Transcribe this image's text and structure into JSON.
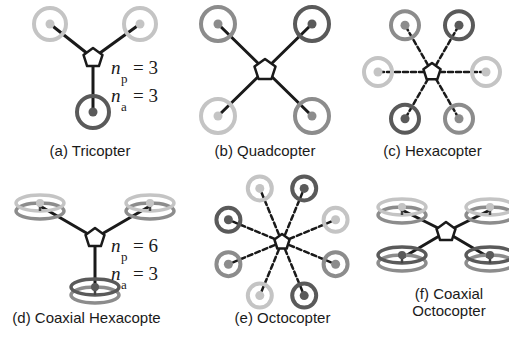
{
  "diagram": {
    "labels": [
      "n",
      "p",
      "= 3",
      "n",
      "a",
      "= 3",
      "(a) Tricopter",
      "(b) Quadcopter",
      "(c) Hexacopter",
      "n",
      "p",
      "= 6",
      "n",
      "a",
      "= 3",
      "(d) Coaxial Hexacopte",
      "(e) Octocopter",
      "(f) Coaxial Octocopter"
    ]
  }
}
